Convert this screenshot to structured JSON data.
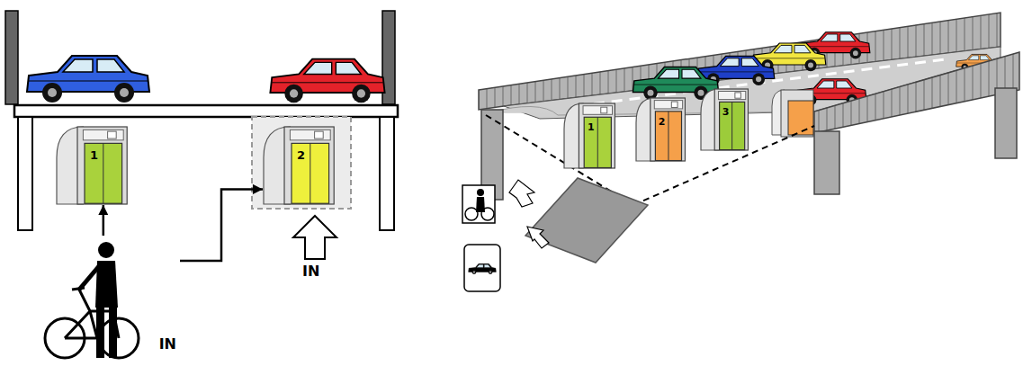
{
  "diagram": {
    "nodes": [
      {
        "text": [
          "1"
        ]
      },
      {
        "text": [
          "2"
        ]
      },
      {
        "text": [
          "IN"
        ]
      },
      {
        "text": [
          "1"
        ]
      },
      {
        "text": [
          "2"
        ]
      },
      {
        "text": [
          "3"
        ]
      }
    ],
    "edges": [
      {
        "from": 2,
        "to": 0,
        "arrow": "to"
      },
      {
        "from": 2,
        "to": 1,
        "arrow": "to"
      }
    ],
    "labels": [
      "IN"
    ]
  }
}
